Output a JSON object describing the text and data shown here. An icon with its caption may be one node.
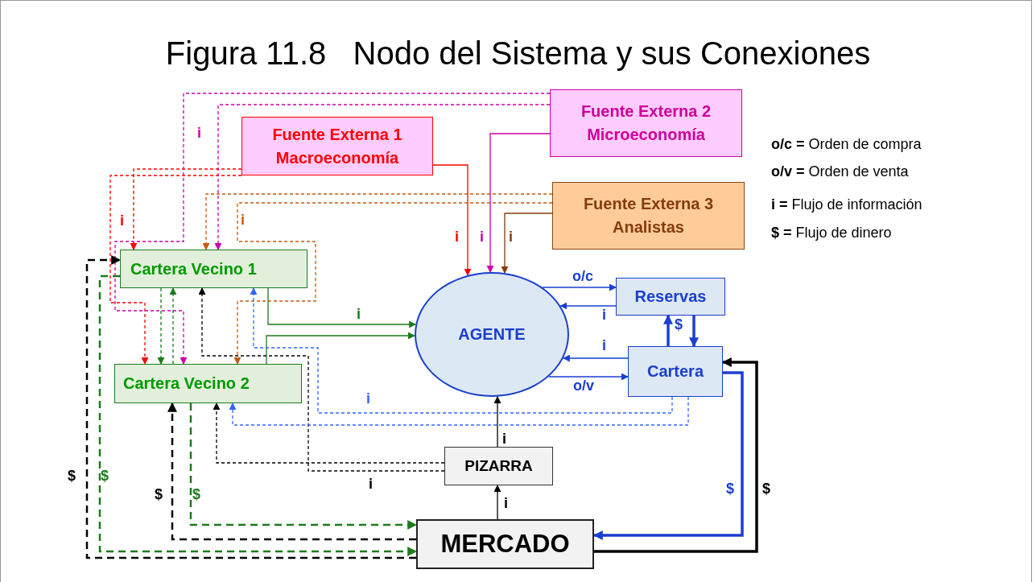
{
  "diagram": {
    "title": "Figura 11.8   Nodo del Sistema y sus Conexiones",
    "nodes": [
      {
        "text": [
          "Fuente Externa 1",
          "Macroeconomía"
        ]
      },
      {
        "text": [
          "Fuente Externa 2",
          "Microeconomía"
        ]
      },
      {
        "text": [
          "Fuente Externa 3",
          "Analistas"
        ]
      },
      {
        "text": [
          "Cartera Vecino 1"
        ]
      },
      {
        "text": [
          "AGENTE"
        ]
      },
      {
        "text": [
          "Reservas"
        ]
      },
      {
        "text": [
          "Cartera Vecino 2"
        ]
      },
      {
        "text": [
          "Cartera"
        ]
      },
      {
        "text": [
          "PIZARRA"
        ]
      },
      {
        "text": [
          "MERCADO"
        ]
      }
    ],
    "edges": [
      {
        "from": 0,
        "to": 4,
        "arrow": "to",
        "label": "i",
        "color": "#ff0000"
      },
      {
        "from": 1,
        "to": 4,
        "arrow": "to",
        "label": "i",
        "color": "#cc00aa"
      },
      {
        "from": 2,
        "to": 4,
        "arrow": "to",
        "label": "i",
        "color": "#843c0c"
      },
      {
        "from": 0,
        "to": 3,
        "arrow": "to",
        "label": "i",
        "style": "dashed",
        "color": "#ff0000"
      },
      {
        "from": 0,
        "to": 6,
        "arrow": "to",
        "style": "dashed",
        "color": "#ff0000"
      },
      {
        "from": 1,
        "to": 3,
        "arrow": "to",
        "style": "dashed",
        "color": "#cc00aa"
      },
      {
        "from": 1,
        "to": 6,
        "arrow": "to",
        "label": "i",
        "style": "dashed",
        "color": "#cc00aa"
      },
      {
        "from": 2,
        "to": 3,
        "arrow": "to",
        "style": "dashed",
        "color": "#c55a11"
      },
      {
        "from": 2,
        "to": 6,
        "arrow": "to",
        "label": "i",
        "style": "dashed",
        "color": "#c55a11"
      },
      {
        "from": 3,
        "to": 4,
        "arrow": "to",
        "label": "i",
        "color": "#1e7a1e"
      },
      {
        "from": 6,
        "to": 4,
        "arrow": "to",
        "color": "#1e7a1e"
      },
      {
        "from": 3,
        "to": 6,
        "arrow": "to",
        "style": "dashed",
        "color": "#1e7a1e"
      },
      {
        "from": 6,
        "to": 3,
        "arrow": "to",
        "style": "dashed",
        "color": "#1e7a1e"
      },
      {
        "from": 8,
        "to": 3,
        "arrow": "to",
        "label": "i",
        "style": "dashed",
        "color": "#000000"
      },
      {
        "from": 8,
        "to": 6,
        "arrow": "to",
        "style": "dashed",
        "color": "#000000"
      },
      {
        "from": 7,
        "to": 3,
        "arrow": "to",
        "label": "i",
        "style": "dashed",
        "color": "#3366ff"
      },
      {
        "from": 7,
        "to": 6,
        "arrow": "to",
        "style": "dashed",
        "color": "#3366ff"
      },
      {
        "from": 4,
        "to": 5,
        "arrow": "to",
        "label": "o/c",
        "color": "#1a3fd1"
      },
      {
        "from": 5,
        "to": 4,
        "arrow": "to",
        "label": "i",
        "color": "#1a3fd1"
      },
      {
        "from": 7,
        "to": 5,
        "arrow": "to",
        "label": "$",
        "style": "thick",
        "color": "#1a3fd1"
      },
      {
        "from": 5,
        "to": 7,
        "arrow": "to",
        "style": "thick",
        "color": "#1a3fd1"
      },
      {
        "from": 7,
        "to": 4,
        "arrow": "to",
        "label": "i",
        "color": "#1a3fd1"
      },
      {
        "from": 4,
        "to": 7,
        "arrow": "to",
        "label": "o/v",
        "color": "#1a3fd1"
      },
      {
        "from": 8,
        "to": 4,
        "arrow": "to",
        "label": "i",
        "color": "#000000"
      },
      {
        "from": 9,
        "to": 8,
        "arrow": "to",
        "label": "i",
        "color": "#000000"
      },
      {
        "from": 7,
        "to": 9,
        "arrow": "to",
        "label": "$",
        "style": "thick",
        "color": "#1a3fd1"
      },
      {
        "from": 9,
        "to": 7,
        "arrow": "to",
        "label": "$",
        "style": "thick",
        "color": "#000000"
      },
      {
        "from": 3,
        "to": 9,
        "arrow": "to",
        "label": "$",
        "style": "dashed",
        "color": "#1e7a1e"
      },
      {
        "from": 9,
        "to": 3,
        "arrow": "to",
        "label": "$",
        "style": "dashed",
        "color": "#000000"
      },
      {
        "from": 6,
        "to": 9,
        "arrow": "to",
        "label": "$",
        "style": "dashed",
        "color": "#1e7a1e"
      },
      {
        "from": 9,
        "to": 6,
        "arrow": "to",
        "label": "$",
        "style": "dashed",
        "color": "#000000"
      }
    ],
    "labels": [
      "**o/c =** Orden de compra",
      "**o/v =** Orden de venta",
      "**i =** Flujo de información",
      "**$ =** Flujo de dinero"
    ]
  }
}
